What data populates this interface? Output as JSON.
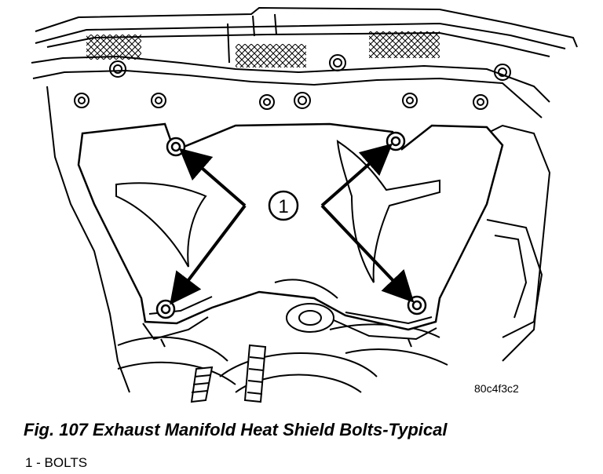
{
  "diagram": {
    "callout_number": "1",
    "image_code": "80c4f3c2"
  },
  "caption": {
    "title": "Fig. 107 Exhaust Manifold Heat Shield Bolts-Typical",
    "legend": "1 - BOLTS"
  }
}
